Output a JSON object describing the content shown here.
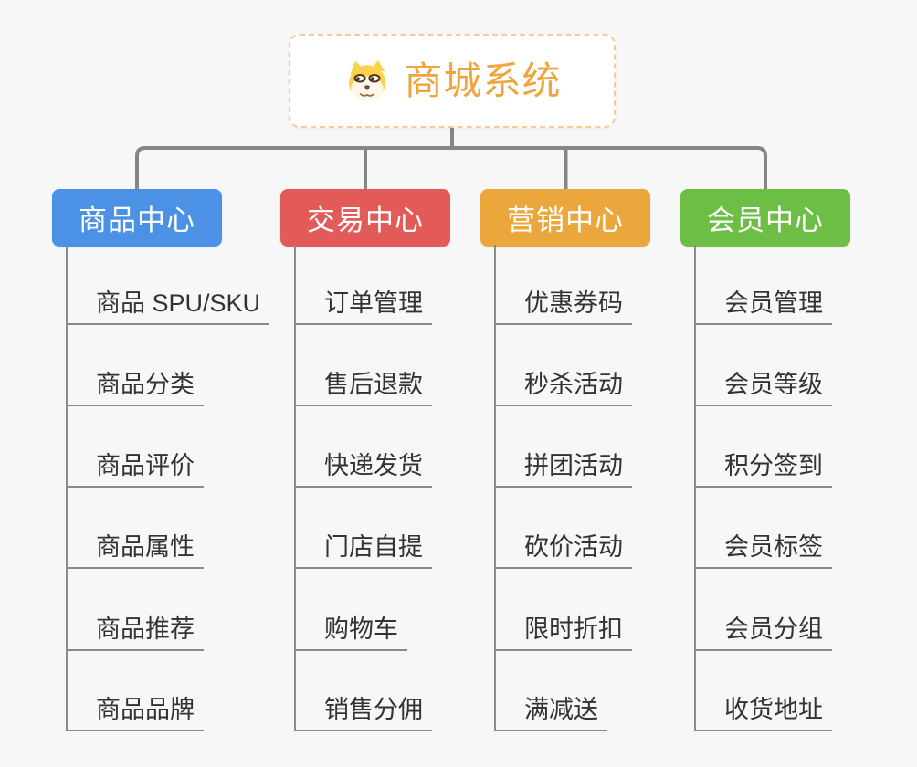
{
  "canvas": {
    "background": "#F7F7F7",
    "connector_color": "#868686",
    "leaf_line_color": "#8A8A8A",
    "leaf_text_color": "#333333"
  },
  "root": {
    "title": "商城系统",
    "icon": "dog-face-icon",
    "accent_color": "#F0A43E",
    "border_color": "#F3CE92"
  },
  "branches": [
    {
      "id": "product-center",
      "label": "商品中心",
      "color": "#4B92E6",
      "items": [
        "商品 SPU/SKU",
        "商品分类",
        "商品评价",
        "商品属性",
        "商品推荐",
        "商品品牌"
      ]
    },
    {
      "id": "trade-center",
      "label": "交易中心",
      "color": "#E25B58",
      "items": [
        "订单管理",
        "售后退款",
        "快递发货",
        "门店自提",
        "购物车",
        "销售分佣"
      ]
    },
    {
      "id": "marketing-center",
      "label": "营销中心",
      "color": "#EBA73C",
      "items": [
        "优惠券码",
        "秒杀活动",
        "拼团活动",
        "砍价活动",
        "限时折扣",
        "满减送"
      ]
    },
    {
      "id": "member-center",
      "label": "会员中心",
      "color": "#6CBE45",
      "items": [
        "会员管理",
        "会员等级",
        "积分签到",
        "会员标签",
        "会员分组",
        "收货地址"
      ]
    }
  ]
}
